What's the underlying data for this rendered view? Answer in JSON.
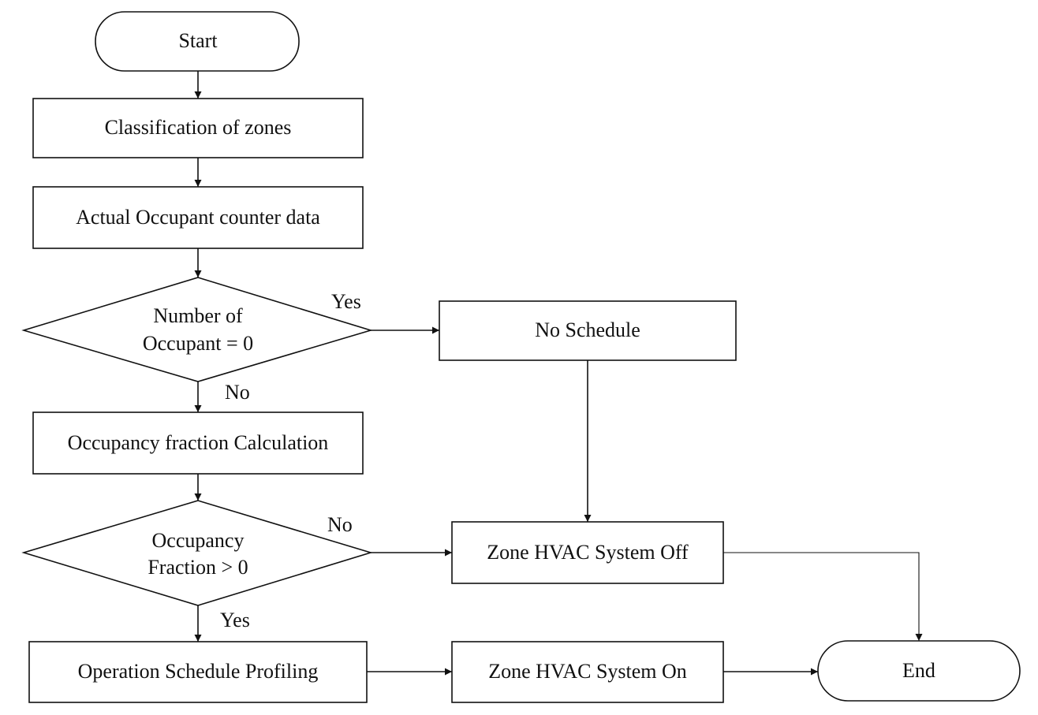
{
  "nodes": {
    "start": "Start",
    "classification": "Classification of zones",
    "counter_data": "Actual Occupant counter data",
    "decision_occupant_line1": "Number of",
    "decision_occupant_line2": "Occupant = 0",
    "no_schedule": "No Schedule",
    "fraction_calc": "Occupancy fraction Calculation",
    "decision_fraction_line1": "Occupancy",
    "decision_fraction_line2": "Fraction > 0",
    "hvac_off": "Zone HVAC System Off",
    "schedule_profiling": "Operation Schedule Profiling",
    "hvac_on": "Zone HVAC System On",
    "end": "End"
  },
  "edges": {
    "occupant_yes": "Yes",
    "occupant_no": "No",
    "fraction_no": "No",
    "fraction_yes": "Yes"
  },
  "colors": {
    "stroke": "#111111",
    "fill": "#ffffff"
  }
}
